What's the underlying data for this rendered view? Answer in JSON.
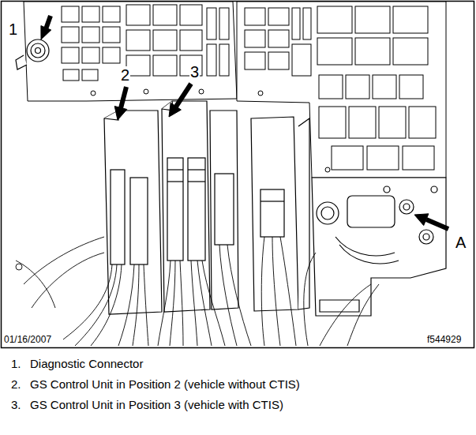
{
  "diagram": {
    "labels": [
      "1",
      "2",
      "3",
      "A",
      "01/16/2007",
      "f544929",
      "1.",
      "Diagnostic Connector",
      "2.",
      "GS Control Unit in Position 2 (vehicle without CTIS)",
      "3.",
      "GS Control Unit in Position 3 (vehicle with CTIS)"
    ]
  }
}
